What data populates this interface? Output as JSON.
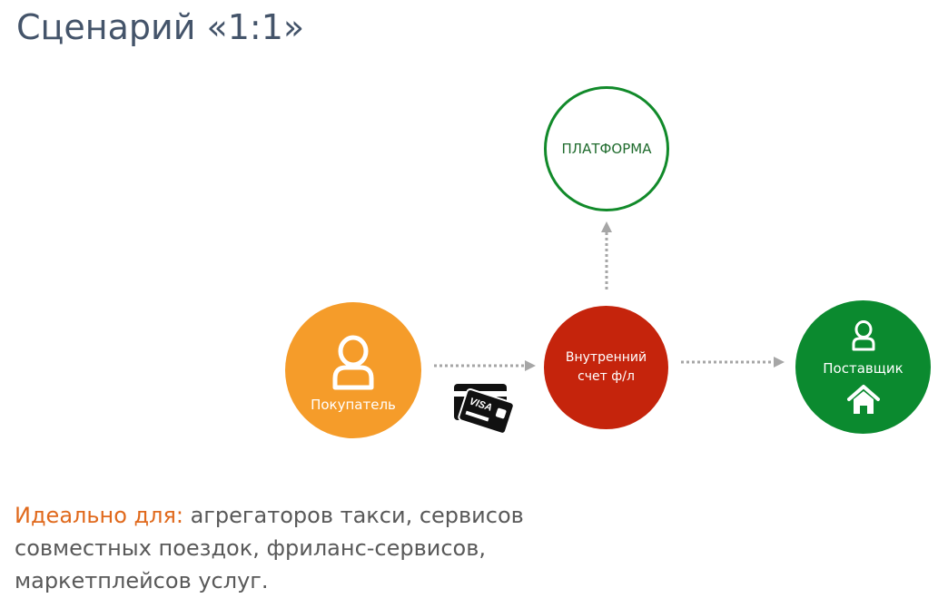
{
  "title": "Сценарий «1:1»",
  "nodes": {
    "platform": {
      "label": "ПЛАТФОРМА",
      "color": "#118a2a"
    },
    "buyer": {
      "label": "Покупатель",
      "color": "#f59c2a",
      "icon": "user-icon"
    },
    "account": {
      "line1": "Внутренний",
      "line2": "счет ф/л",
      "color": "#c5240c"
    },
    "supplier": {
      "label": "Поставщик",
      "color": "#0b8a2f",
      "icons": [
        "user-icon",
        "house-icon"
      ]
    }
  },
  "connectors": [
    {
      "from": "buyer",
      "to": "account",
      "style": "dotted",
      "icon": "visa-card-icon"
    },
    {
      "from": "account",
      "to": "supplier",
      "style": "dotted"
    },
    {
      "from": "account",
      "to": "platform",
      "style": "dotted"
    }
  ],
  "footer": {
    "highlight": "Идеально для:",
    "text": " агрегаторов такси, сервисов совместных поездок, фриланс-сервисов, маркетплейсов услуг.",
    "highlight_color": "#e0691c"
  }
}
